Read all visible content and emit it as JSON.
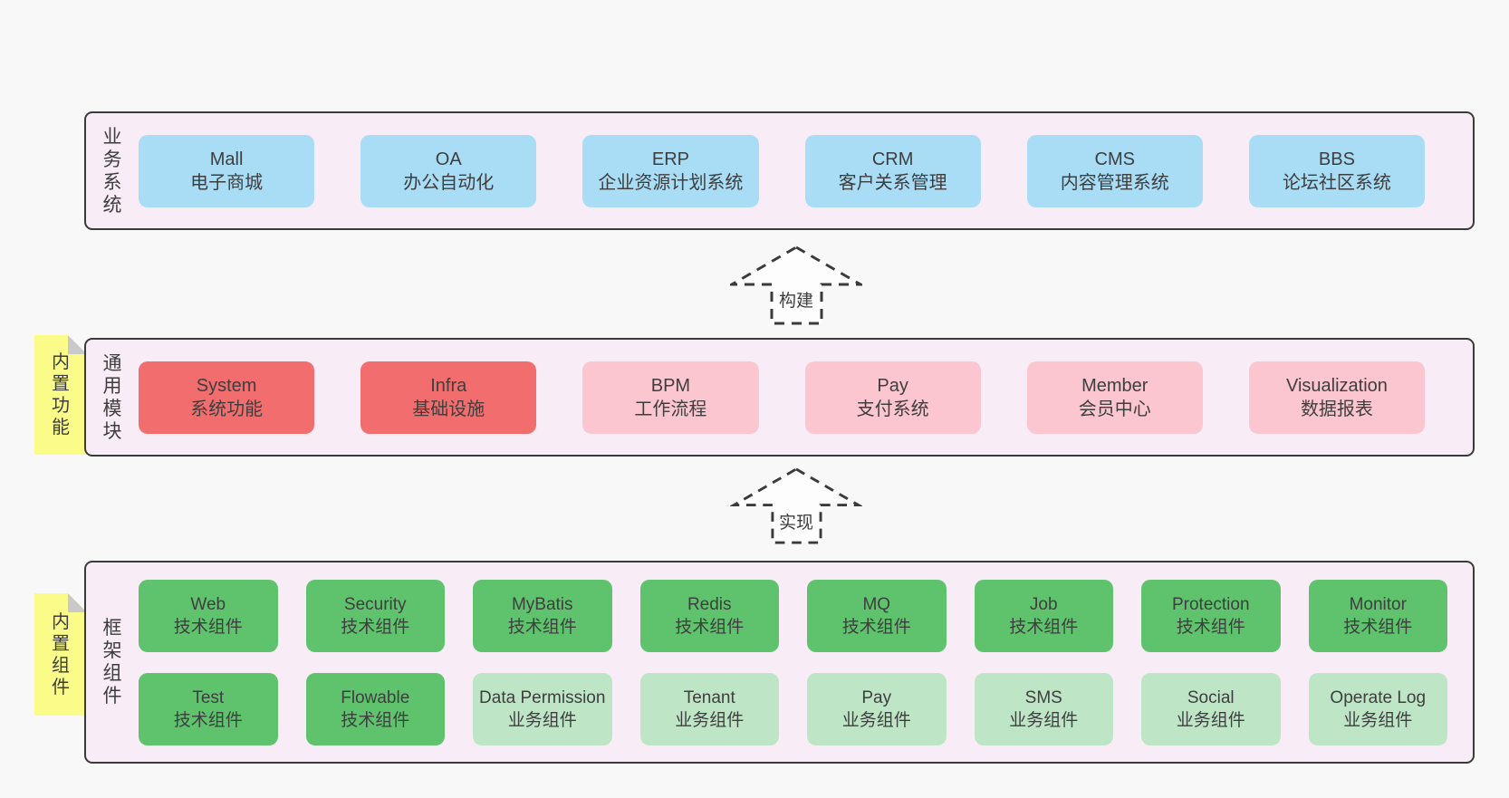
{
  "colors": {
    "page_background": "#f8f8f8",
    "panel_background": "#f8edf6",
    "panel_border": "#3a3a3a",
    "blue_box": "#a9dcf5",
    "red_box": "#f26d6d",
    "pink_box": "#fbc6cf",
    "green_box": "#5fc36e",
    "light_green_box": "#bfe5c7",
    "sticky_note": "#fafb88",
    "sticky_note_fold": "#c9c9c9",
    "text": "#3d3d3d"
  },
  "sticky_notes": [
    {
      "label": "内置功能"
    },
    {
      "label": "内置组件"
    }
  ],
  "arrows": [
    {
      "label": "构建"
    },
    {
      "label": "实现"
    }
  ],
  "panels": [
    {
      "label": "业务系统",
      "boxes": [
        {
          "title": "Mall",
          "subtitle": "电子商城"
        },
        {
          "title": "OA",
          "subtitle": "办公自动化"
        },
        {
          "title": "ERP",
          "subtitle": "企业资源计划系统"
        },
        {
          "title": "CRM",
          "subtitle": "客户关系管理"
        },
        {
          "title": "CMS",
          "subtitle": "内容管理系统"
        },
        {
          "title": "BBS",
          "subtitle": "论坛社区系统"
        }
      ]
    },
    {
      "label": "通用模块",
      "boxes": [
        {
          "title": "System",
          "subtitle": "系统功能"
        },
        {
          "title": "Infra",
          "subtitle": "基础设施"
        },
        {
          "title": "BPM",
          "subtitle": "工作流程"
        },
        {
          "title": "Pay",
          "subtitle": "支付系统"
        },
        {
          "title": "Member",
          "subtitle": "会员中心"
        },
        {
          "title": "Visualization",
          "subtitle": "数据报表"
        }
      ]
    },
    {
      "label": "框架组件",
      "rows": [
        [
          {
            "title": "Web",
            "subtitle": "技术组件"
          },
          {
            "title": "Security",
            "subtitle": "技术组件"
          },
          {
            "title": "MyBatis",
            "subtitle": "技术组件"
          },
          {
            "title": "Redis",
            "subtitle": "技术组件"
          },
          {
            "title": "MQ",
            "subtitle": "技术组件"
          },
          {
            "title": "Job",
            "subtitle": "技术组件"
          },
          {
            "title": "Protection",
            "subtitle": "技术组件"
          },
          {
            "title": "Monitor",
            "subtitle": "技术组件"
          }
        ],
        [
          {
            "title": "Test",
            "subtitle": "技术组件"
          },
          {
            "title": "Flowable",
            "subtitle": "技术组件"
          },
          {
            "title": "Data Permission",
            "subtitle": "业务组件"
          },
          {
            "title": "Tenant",
            "subtitle": "业务组件"
          },
          {
            "title": "Pay",
            "subtitle": "业务组件"
          },
          {
            "title": "SMS",
            "subtitle": "业务组件"
          },
          {
            "title": "Social",
            "subtitle": "业务组件"
          },
          {
            "title": "Operate Log",
            "subtitle": "业务组件"
          }
        ]
      ]
    }
  ]
}
